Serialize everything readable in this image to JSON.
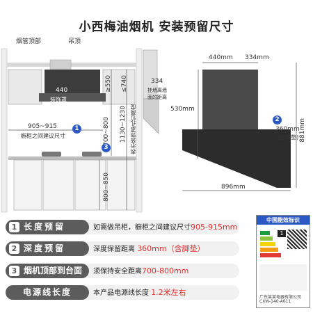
{
  "title": "小西梅油烟机 安装预留尺寸",
  "diagram": {
    "duct_label": "烟管顶部",
    "ceiling_label": "吊顶",
    "trim_width": "440",
    "trim_caption": "装饰罩",
    "span_label": "905~915",
    "span_note": "橱柜之间建议尺寸",
    "dim_550": "≥550",
    "dim_740": "≤740",
    "dim_1130": "1130~1230",
    "dim_1130_note": "表示装饰罩孔位高度",
    "dim_700": "700~800",
    "dim_800": "800~850",
    "wall_dim": "334",
    "wall_note": "挂墙离墙面的距离",
    "marker_1": "1",
    "marker_2": "2",
    "marker_3": "3"
  },
  "product": {
    "top_width": "440mm",
    "top_depth": "334mm",
    "chimney_height": "530mm",
    "depth": "360mm",
    "depth_note": "(含脚垫)",
    "total_height": "881mm",
    "body_width": "896mm",
    "marker_2": "2"
  },
  "specs": [
    {
      "num": "1",
      "name": "长度预留",
      "desc": "如需做吊柜，橱柜之间建议尺寸",
      "highlight": "905-915mm",
      "suffix": ""
    },
    {
      "num": "2",
      "name": "深度预留",
      "desc": "深度保留距离 ",
      "highlight": "360mm（含脚垫）",
      "suffix": ""
    },
    {
      "num": "3",
      "name": "烟机顶部到台面",
      "desc": "须保持安全距离",
      "highlight": "700-800mm",
      "suffix": ""
    },
    {
      "num": "",
      "name": "电源线长度",
      "desc": "本产品电源线长度 ",
      "highlight": "1.2米左右",
      "suffix": ""
    }
  ],
  "energy_label": {
    "header": "中国能效标识",
    "brand": "广东某某电器有限公司",
    "model": "CXW-140-A611",
    "grade": "1",
    "levels": [
      "1",
      "2",
      "3",
      "4",
      "5"
    ],
    "level_colors": [
      "#1b9e3e",
      "#8bc53f",
      "#f4d20c",
      "#f39c12",
      "#e53935"
    ]
  },
  "colors": {
    "accent_red": "#e52e2e",
    "badge_bg": "#5c5c5c",
    "row_bg": "#f1f1f1"
  }
}
